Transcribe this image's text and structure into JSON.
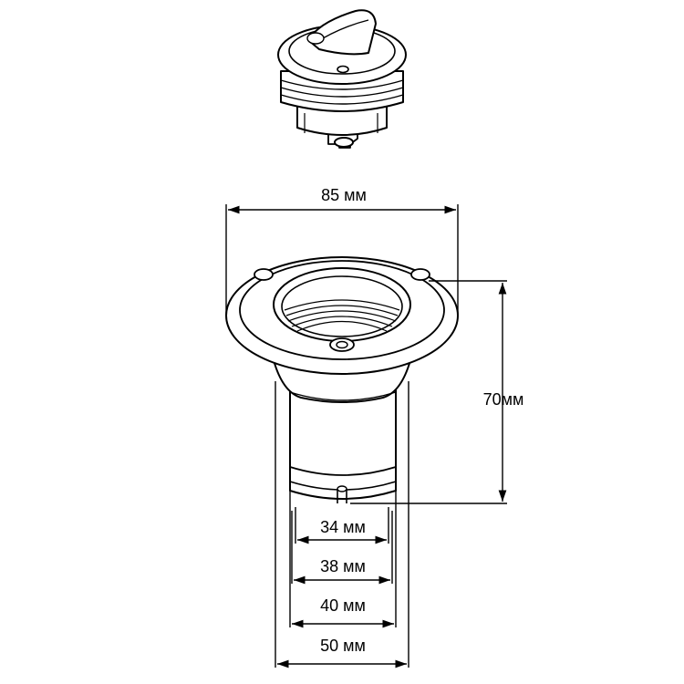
{
  "dimensions": {
    "flange_diameter": "85 мм",
    "height": "70мм",
    "inner_34": "34 мм",
    "inner_38": "38 мм",
    "inner_40": "40 мм",
    "outer_50": "50 мм"
  },
  "colors": {
    "line": "#000000",
    "background": "#ffffff",
    "dim_line": "#000000"
  }
}
